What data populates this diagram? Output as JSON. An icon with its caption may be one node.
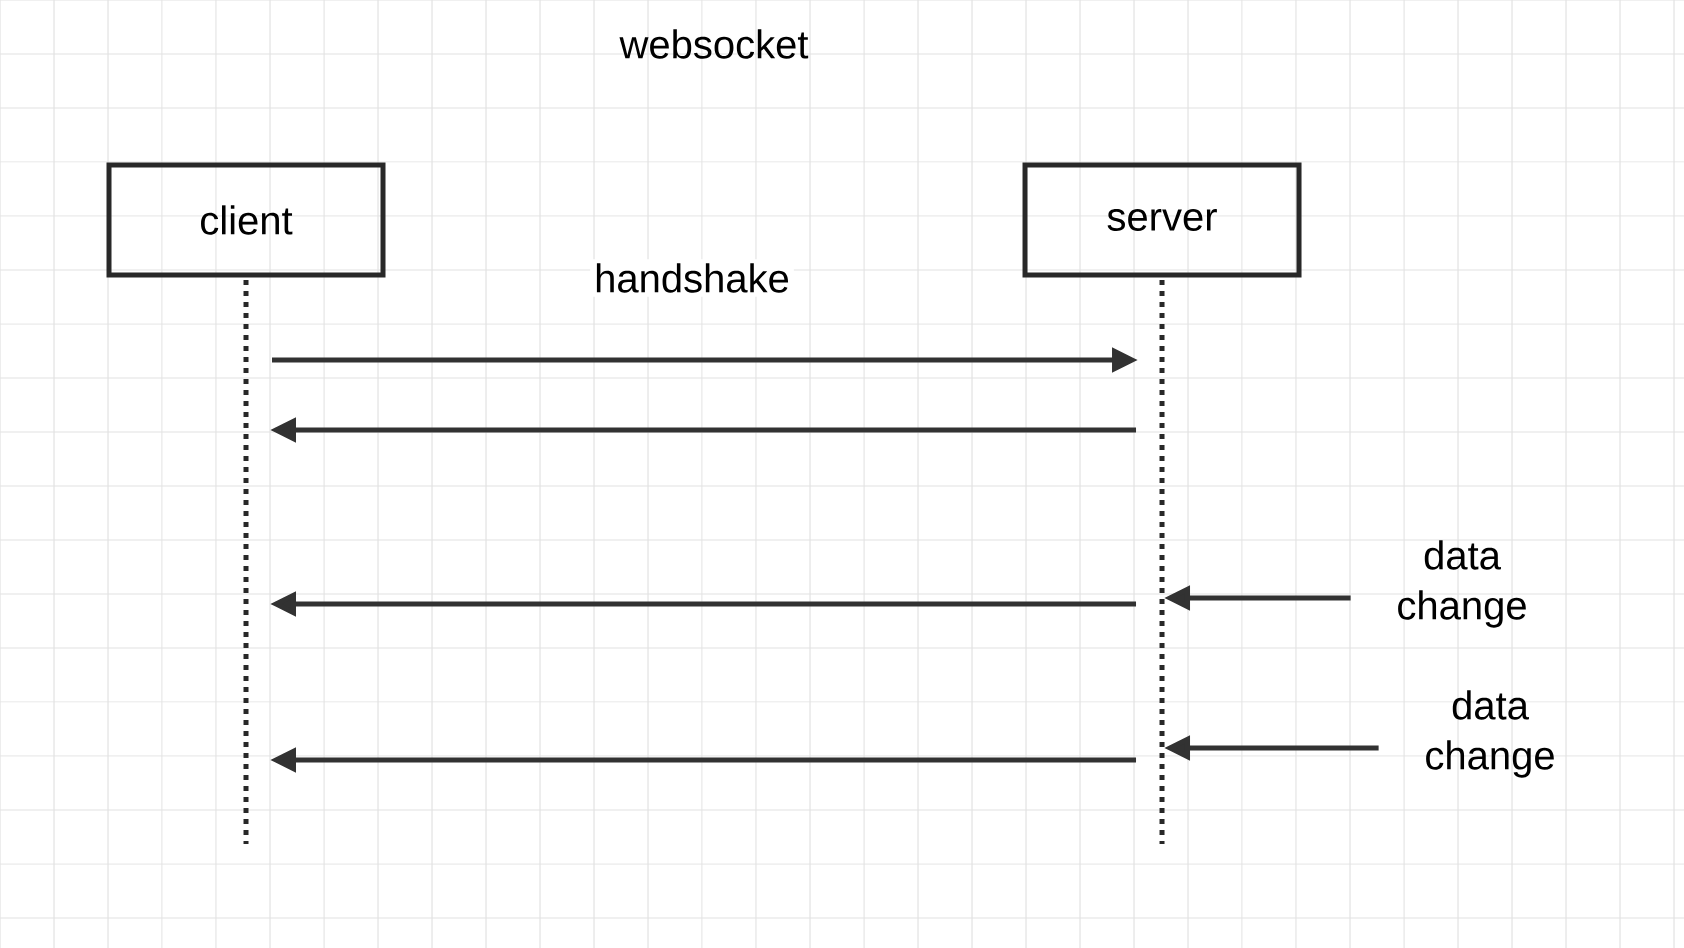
{
  "diagram": {
    "title": "websocket",
    "nodes": [
      {
        "text": [
          "client"
        ]
      },
      {
        "text": [
          "server"
        ]
      },
      {
        "text": [
          "data change"
        ]
      },
      {
        "text": [
          "data change"
        ]
      }
    ],
    "edges": [
      {
        "from": 0,
        "to": 1,
        "arrow": "to",
        "label": "handshake"
      },
      {
        "from": 1,
        "to": 0,
        "arrow": "to"
      },
      {
        "from": 1,
        "to": 0,
        "arrow": "to"
      },
      {
        "from": 1,
        "to": 0,
        "arrow": "to"
      },
      {
        "from": 2,
        "to": 1,
        "arrow": "to"
      },
      {
        "from": 3,
        "to": 1,
        "arrow": "to"
      }
    ]
  }
}
